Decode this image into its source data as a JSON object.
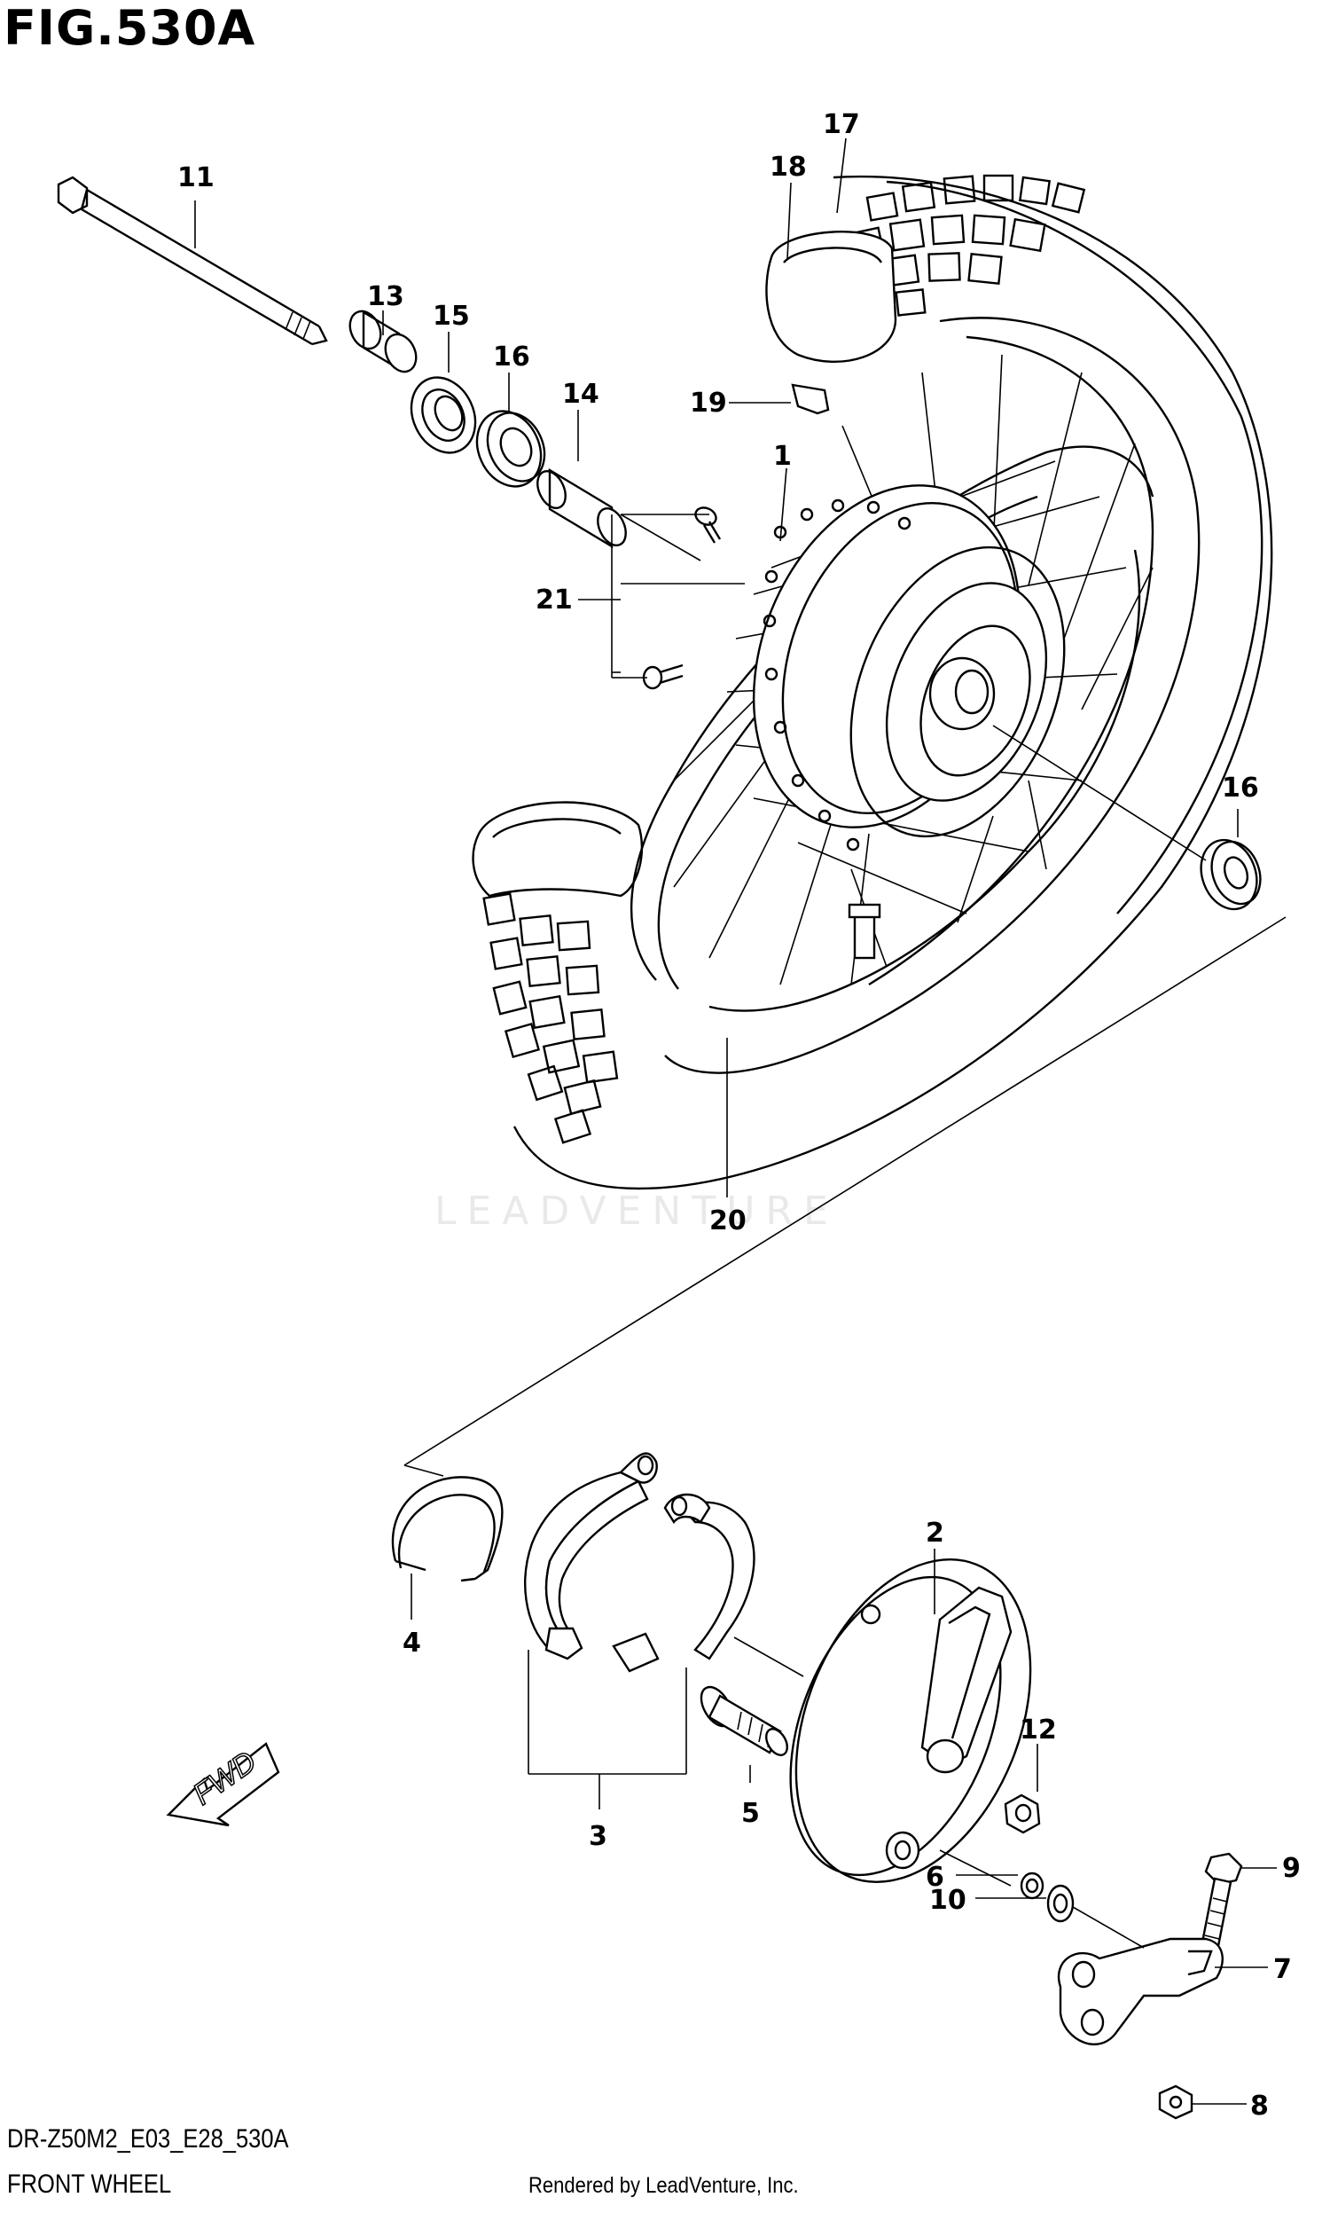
{
  "figure_title": "FIG.530A",
  "watermark": "LEADVENTURE",
  "fwd_label": "FWD",
  "footer": {
    "model_code": "DR-Z50M2_E03_E28_530A",
    "section_name": "FRONT WHEEL",
    "rendered_by": "Rendered by LeadVenture, Inc."
  },
  "callouts": {
    "c1": "1",
    "c2": "2",
    "c3": "3",
    "c4": "4",
    "c5": "5",
    "c6": "6",
    "c7": "7",
    "c8": "8",
    "c9": "9",
    "c10": "10",
    "c11": "11",
    "c12": "12",
    "c13": "13",
    "c14": "14",
    "c15": "15",
    "c16a": "16",
    "c16b": "16",
    "c17": "17",
    "c18": "18",
    "c19": "19",
    "c20": "20",
    "c21": "21"
  }
}
